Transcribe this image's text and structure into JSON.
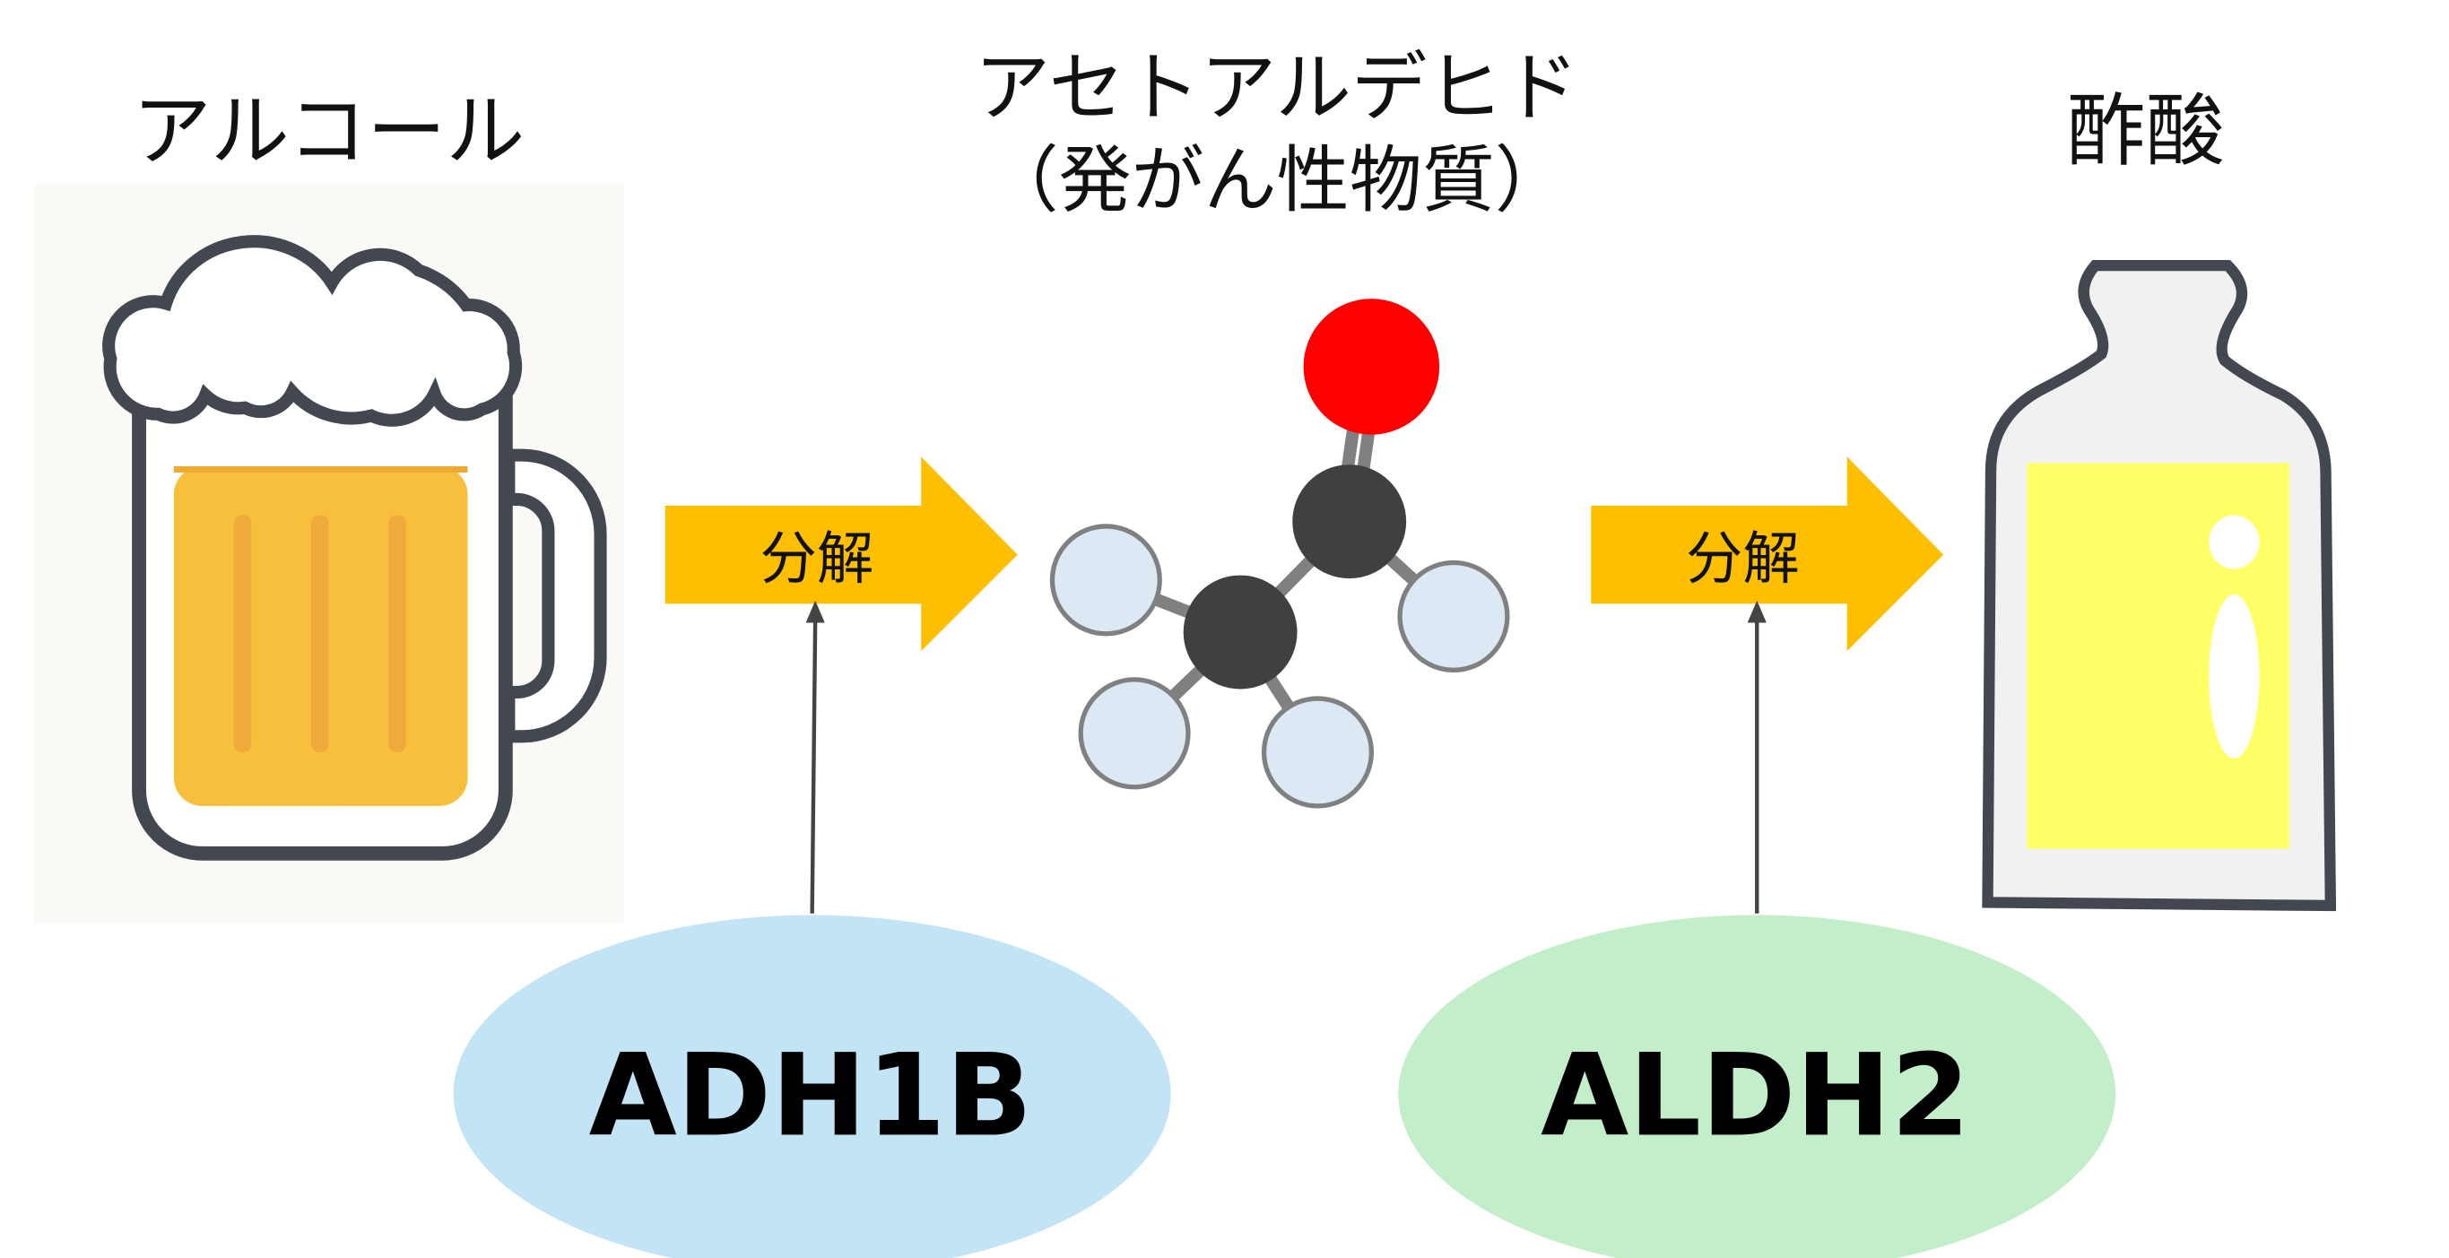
{
  "labels": {
    "alcohol": "アルコール",
    "acetaldehyde": "アセトアルデヒド",
    "acetaldehyde_note": "（発がん性物質）",
    "acetic_acid": "酢酸"
  },
  "arrows": [
    {
      "label": "分解"
    },
    {
      "label": "分解"
    }
  ],
  "enzymes": [
    {
      "name": "ADH1B",
      "color": "#c3e4f4"
    },
    {
      "name": "ALDH2",
      "color": "#c2efc9"
    }
  ],
  "colors": {
    "arrow": "#fdbf00",
    "beer": "#f8bf3c",
    "outline": "#434850",
    "oxygen": "#ff0000",
    "carbon": "#404040",
    "hydrogen": "#dce8f4",
    "vinegar": "#ffff66"
  }
}
